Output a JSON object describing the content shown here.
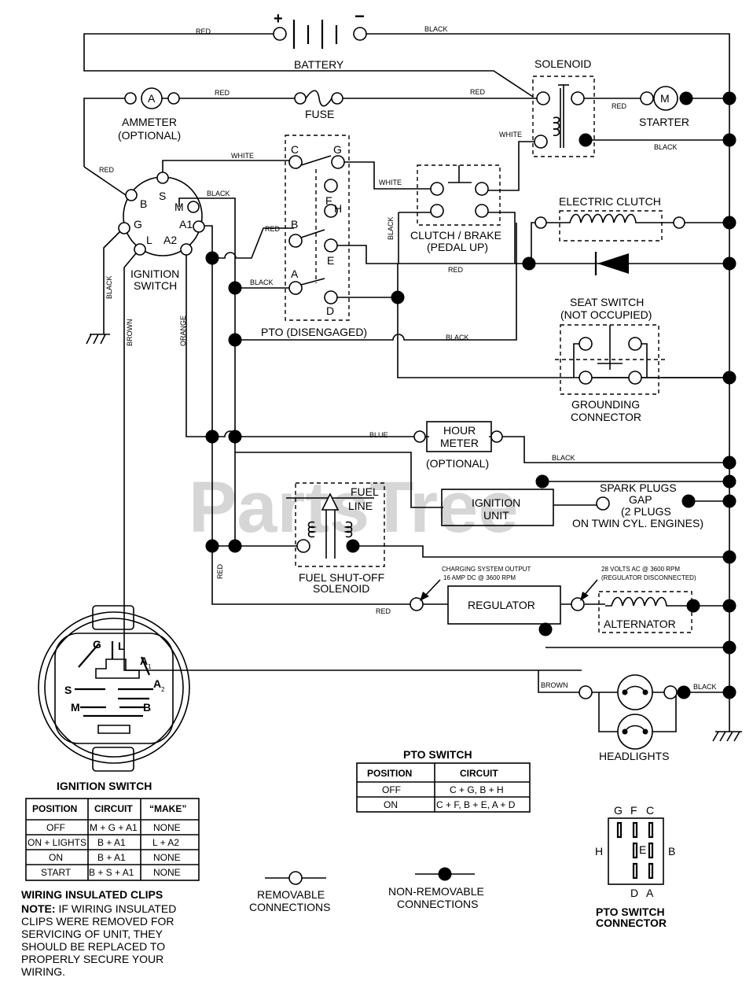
{
  "watermark": "PartsTree",
  "components": {
    "battery": "BATTERY",
    "battery_plus": "+",
    "battery_minus": "−",
    "solenoid": "SOLENOID",
    "ammeter_1": "AMMETER",
    "ammeter_2": "(OPTIONAL)",
    "ammeter_symbol": "A",
    "fuse": "FUSE",
    "starter": "STARTER",
    "starter_symbol": "M",
    "ignition_switch_1": "IGNITION",
    "ignition_switch_2": "SWITCH",
    "pto_disengaged": "PTO (DISENGAGED)",
    "clutch_brake_1": "CLUTCH / BRAKE",
    "clutch_brake_2": "(PEDAL UP)",
    "electric_clutch": "ELECTRIC CLUTCH",
    "seat_switch_1": "SEAT SWITCH",
    "seat_switch_2": "(NOT OCCUPIED)",
    "grounding_connector_1": "GROUNDING",
    "grounding_connector_2": "CONNECTOR",
    "hour_meter_1": "HOUR",
    "hour_meter_2": "METER",
    "hour_meter_3": "(OPTIONAL)",
    "ignition_unit_1": "IGNITION",
    "ignition_unit_2": "UNIT",
    "spark_plugs_1": "SPARK PLUGS",
    "spark_plugs_2": "GAP",
    "spark_plugs_3": "(2 PLUGS",
    "spark_plugs_4": "ON TWIN CYL. ENGINES)",
    "fuel_line_1": "FUEL",
    "fuel_line_2": "LINE",
    "fuel_solenoid_1": "FUEL SHUT-OFF",
    "fuel_solenoid_2": "SOLENOID",
    "regulator": "REGULATOR",
    "alternator": "ALTERNATOR",
    "charging_1": "CHARGING SYSTEM OUTPUT",
    "charging_2": "16 AMP DC @ 3600 RPM",
    "alt_volts_1": "28 VOLTS AC @ 3600 RPM",
    "alt_volts_2": "(REGULATOR DISCONNECTED)",
    "headlights": "HEADLIGHTS"
  },
  "wires": {
    "red": "RED",
    "black": "BLACK",
    "white": "WHITE",
    "blue": "BLUE",
    "brown": "BROWN",
    "orange": "ORANGE"
  },
  "terminals": {
    "ign_s": "S",
    "ign_b": "B",
    "ign_m": "M",
    "ign_g": "G",
    "ign_l": "L",
    "ign_a1": "A1",
    "ign_a2": "A2",
    "pto_c": "C",
    "pto_g": "G",
    "pto_f": "F",
    "pto_h": "H",
    "pto_b": "B",
    "pto_e": "E",
    "pto_a": "A",
    "pto_d": "D"
  },
  "ignition_connector": {
    "g": "G",
    "l": "L",
    "a1": "A",
    "a1_sub": "1",
    "s": "S",
    "a2": "A",
    "a2_sub": "2",
    "m": "M",
    "b": "B"
  },
  "ignition_table": {
    "title": "IGNITION SWITCH",
    "headers": [
      "POSITION",
      "CIRCUIT",
      "“MAKE”"
    ],
    "rows": [
      [
        "OFF",
        "M + G + A1",
        "NONE"
      ],
      [
        "ON + LIGHTS",
        "B + A1",
        "L + A2"
      ],
      [
        "ON",
        "B + A1",
        "NONE"
      ],
      [
        "START",
        "B + S + A1",
        "NONE"
      ]
    ]
  },
  "pto_table": {
    "title": "PTO SWITCH",
    "headers": [
      "POSITION",
      "CIRCUIT"
    ],
    "rows": [
      [
        "OFF",
        "C + G, B + H"
      ],
      [
        "ON",
        "C + F, B + E, A + D"
      ]
    ]
  },
  "note": {
    "title": "WIRING INSULATED CLIPS",
    "label": "NOTE:",
    "line1": " IF WIRING INSULATED",
    "line2": "CLIPS WERE REMOVED FOR",
    "line3": "SERVICING OF UNIT, THEY",
    "line4": "SHOULD BE REPLACED TO",
    "line5": "PROPERLY SECURE YOUR",
    "line6": "WIRING."
  },
  "legend": {
    "removable_1": "REMOVABLE",
    "removable_2": "CONNECTIONS",
    "nonremovable_1": "NON-REMOVABLE",
    "nonremovable_2": "CONNECTIONS"
  },
  "pto_connector": {
    "g": "G",
    "f": "F",
    "c": "C",
    "h": "H",
    "e": "E",
    "b": "B",
    "d": "D",
    "a": "A",
    "title_1": "PTO SWITCH",
    "title_2": "CONNECTOR"
  }
}
